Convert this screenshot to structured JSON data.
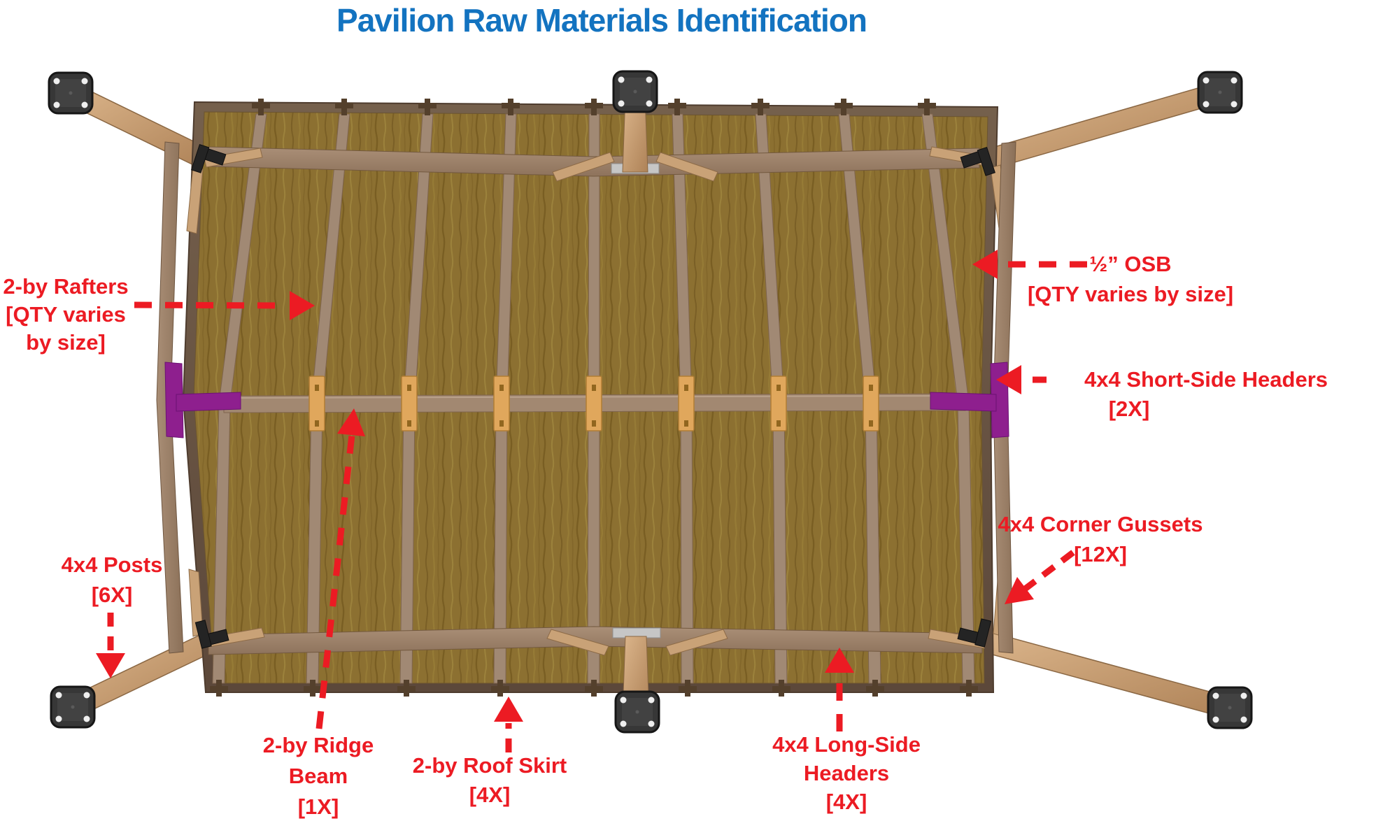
{
  "title": {
    "text": "Pavilion Raw Materials Identification"
  },
  "palette": {
    "title_blue": "#1373C0",
    "annotation_red": "#EC1B23",
    "osb_brown": "#8C7031",
    "framing_brown": "#A18974",
    "skirt_dark_brown": "#695344",
    "post_tan": "#D2AB80",
    "bracket_purple": "#8E1F8E",
    "splice_plate_orange": "#E0A75C",
    "hardware_black": "#373737"
  },
  "labels": {
    "rafters": {
      "lines": [
        "2-by Rafters",
        "[QTY varies",
        "by size]"
      ]
    },
    "osb": {
      "lines": [
        "½” OSB",
        "[QTY varies by size]"
      ]
    },
    "short_side_headers": {
      "lines": [
        "4x4 Short-Side Headers",
        "[2X]"
      ]
    },
    "corner_gussets": {
      "lines": [
        "4x4 Corner Gussets",
        "[12X]"
      ]
    },
    "posts": {
      "lines": [
        "4x4 Posts",
        "[6X]"
      ]
    },
    "ridge_beam": {
      "lines": [
        "2-by Ridge",
        "Beam",
        "[1X]"
      ]
    },
    "roof_skirt": {
      "lines": [
        "2-by Roof Skirt",
        "[4X]"
      ]
    },
    "long_side_headers": {
      "lines": [
        "4x4 Long-Side",
        "Headers",
        "[4X]"
      ]
    }
  }
}
